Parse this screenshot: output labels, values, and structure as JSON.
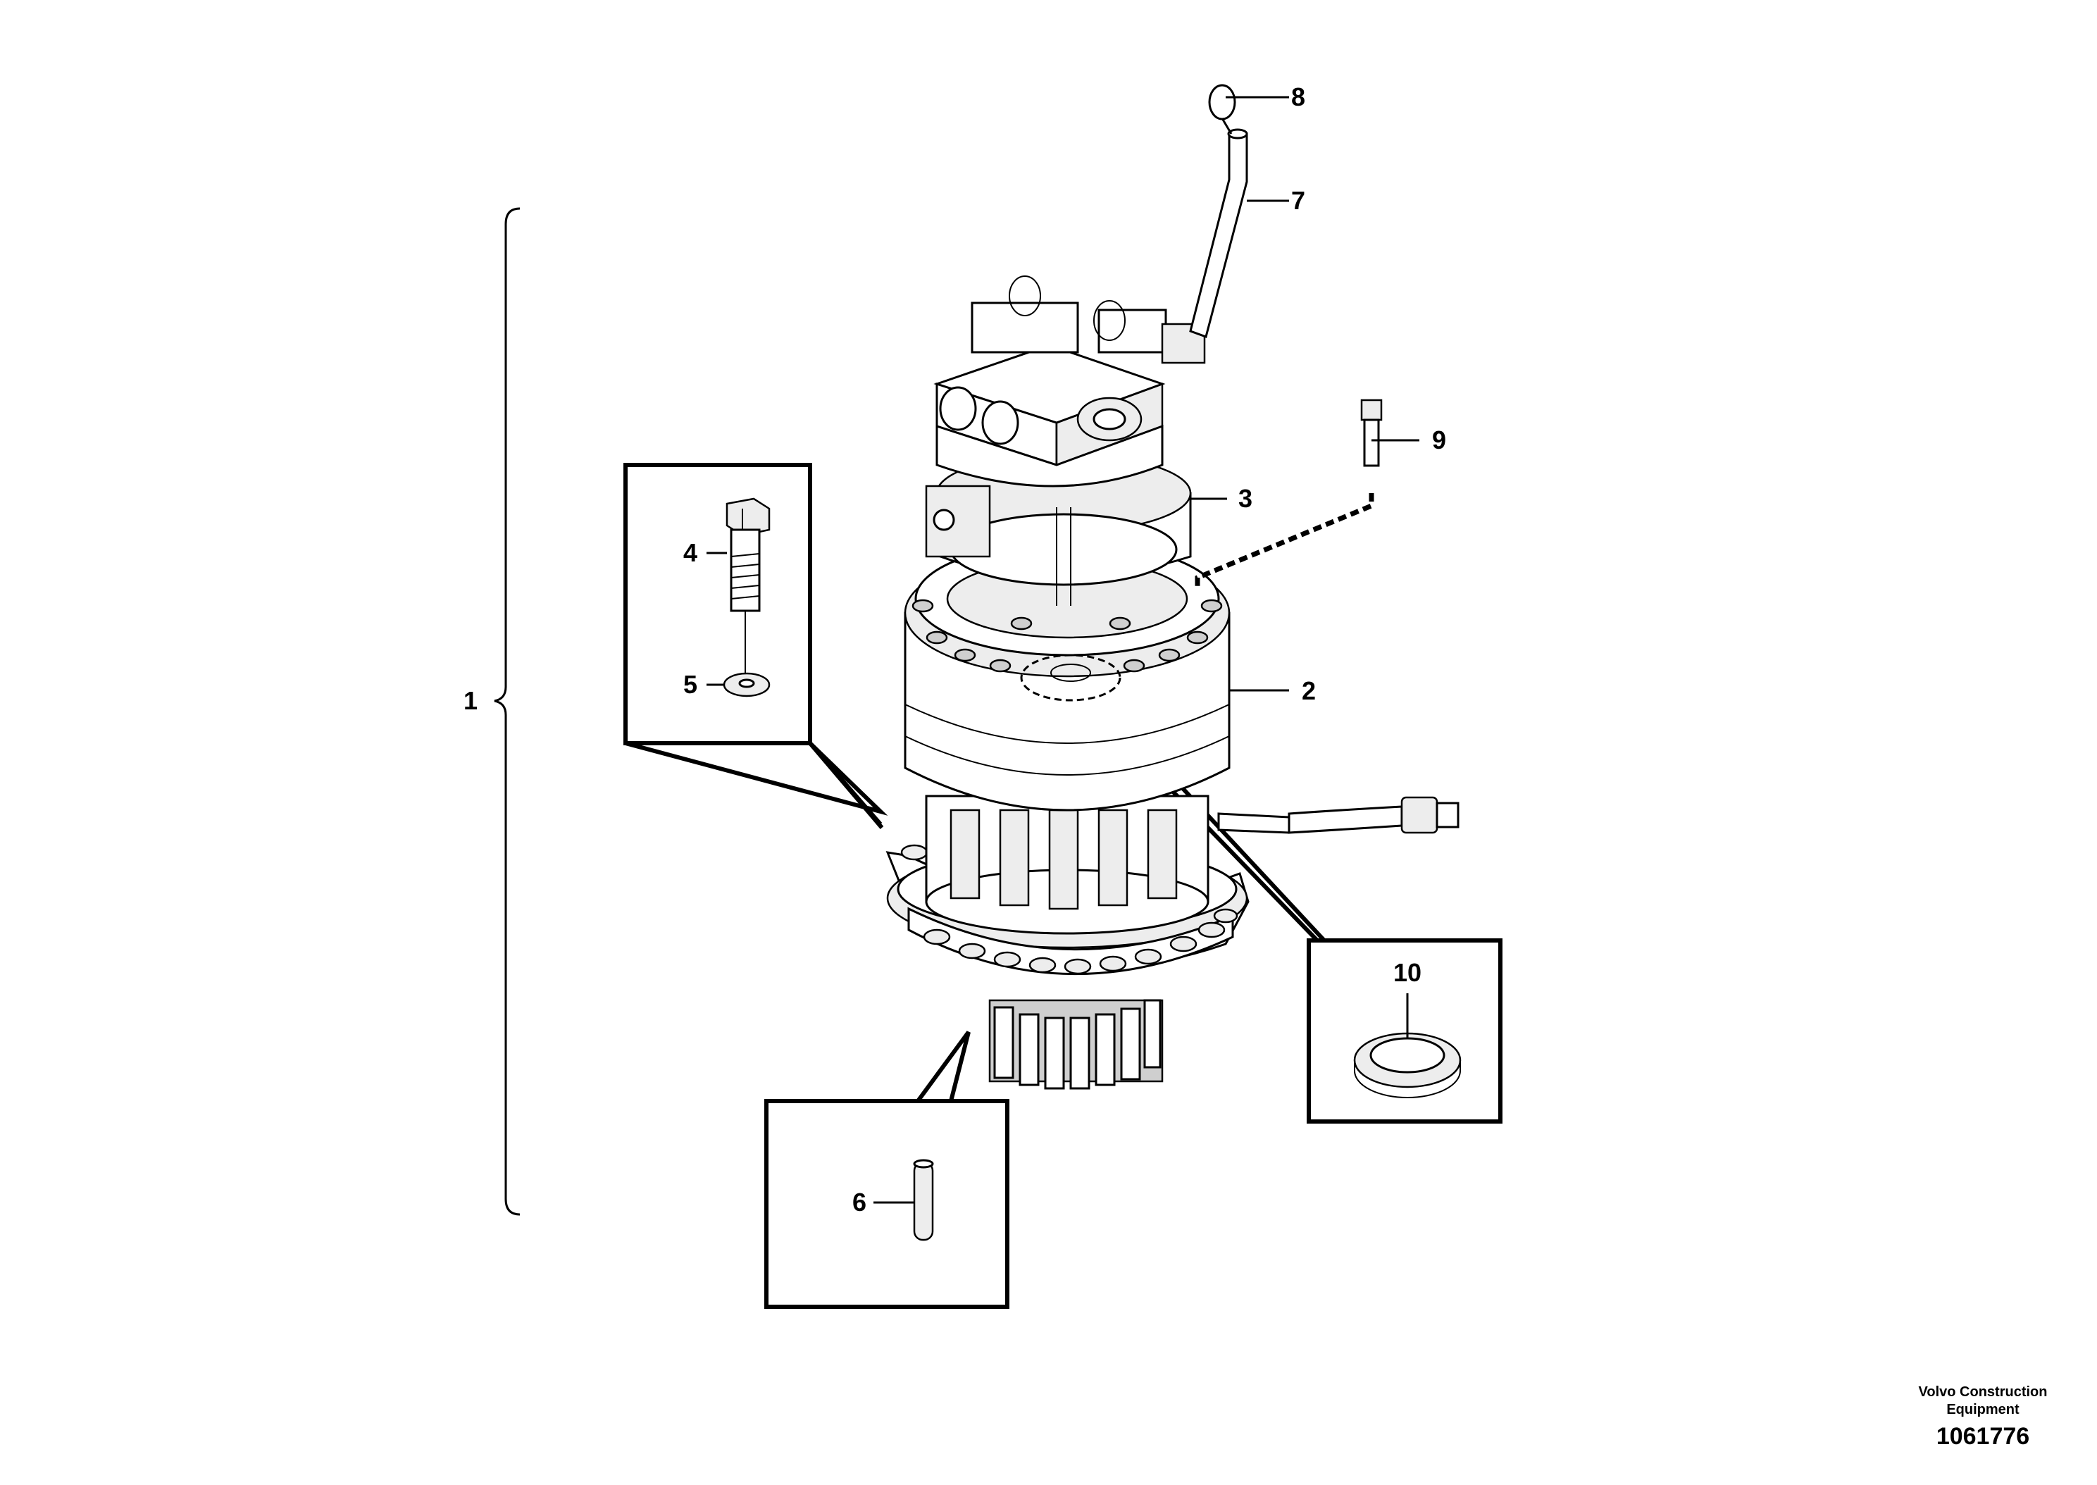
{
  "drawing": {
    "callouts": {
      "c1": "1",
      "c2": "2",
      "c3": "3",
      "c4": "4",
      "c5": "5",
      "c6": "6",
      "c7": "7",
      "c8": "8",
      "c9": "9",
      "c10": "10"
    },
    "footer": {
      "company_line1": "Volvo Construction",
      "company_line2": "Equipment",
      "drawing_number": "1061776"
    }
  }
}
